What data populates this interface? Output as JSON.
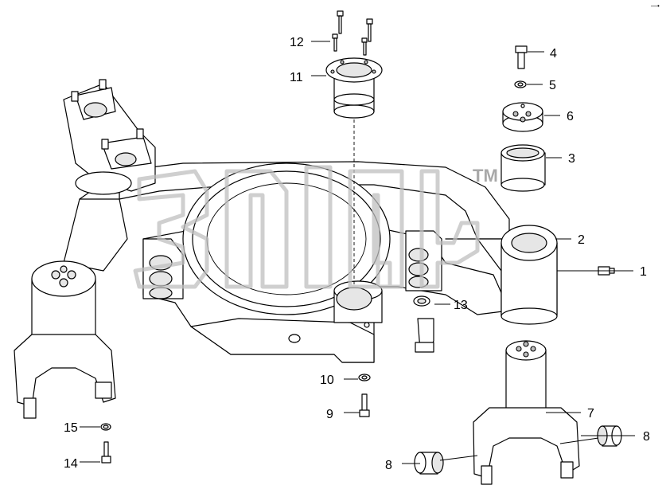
{
  "corner_mark": "—•",
  "watermark": {
    "trademark": "TM"
  },
  "callouts": [
    {
      "id": "c1",
      "label": "1"
    },
    {
      "id": "c2",
      "label": "2"
    },
    {
      "id": "c3",
      "label": "3"
    },
    {
      "id": "c4",
      "label": "4"
    },
    {
      "id": "c5",
      "label": "5"
    },
    {
      "id": "c6",
      "label": "6"
    },
    {
      "id": "c7",
      "label": "7"
    },
    {
      "id": "c8a",
      "label": "8"
    },
    {
      "id": "c8b",
      "label": "8"
    },
    {
      "id": "c9",
      "label": "9"
    },
    {
      "id": "c10",
      "label": "10"
    },
    {
      "id": "c11",
      "label": "11"
    },
    {
      "id": "c12",
      "label": "12"
    },
    {
      "id": "c13",
      "label": "13"
    },
    {
      "id": "c14",
      "label": "14"
    },
    {
      "id": "c15",
      "label": "15"
    }
  ]
}
